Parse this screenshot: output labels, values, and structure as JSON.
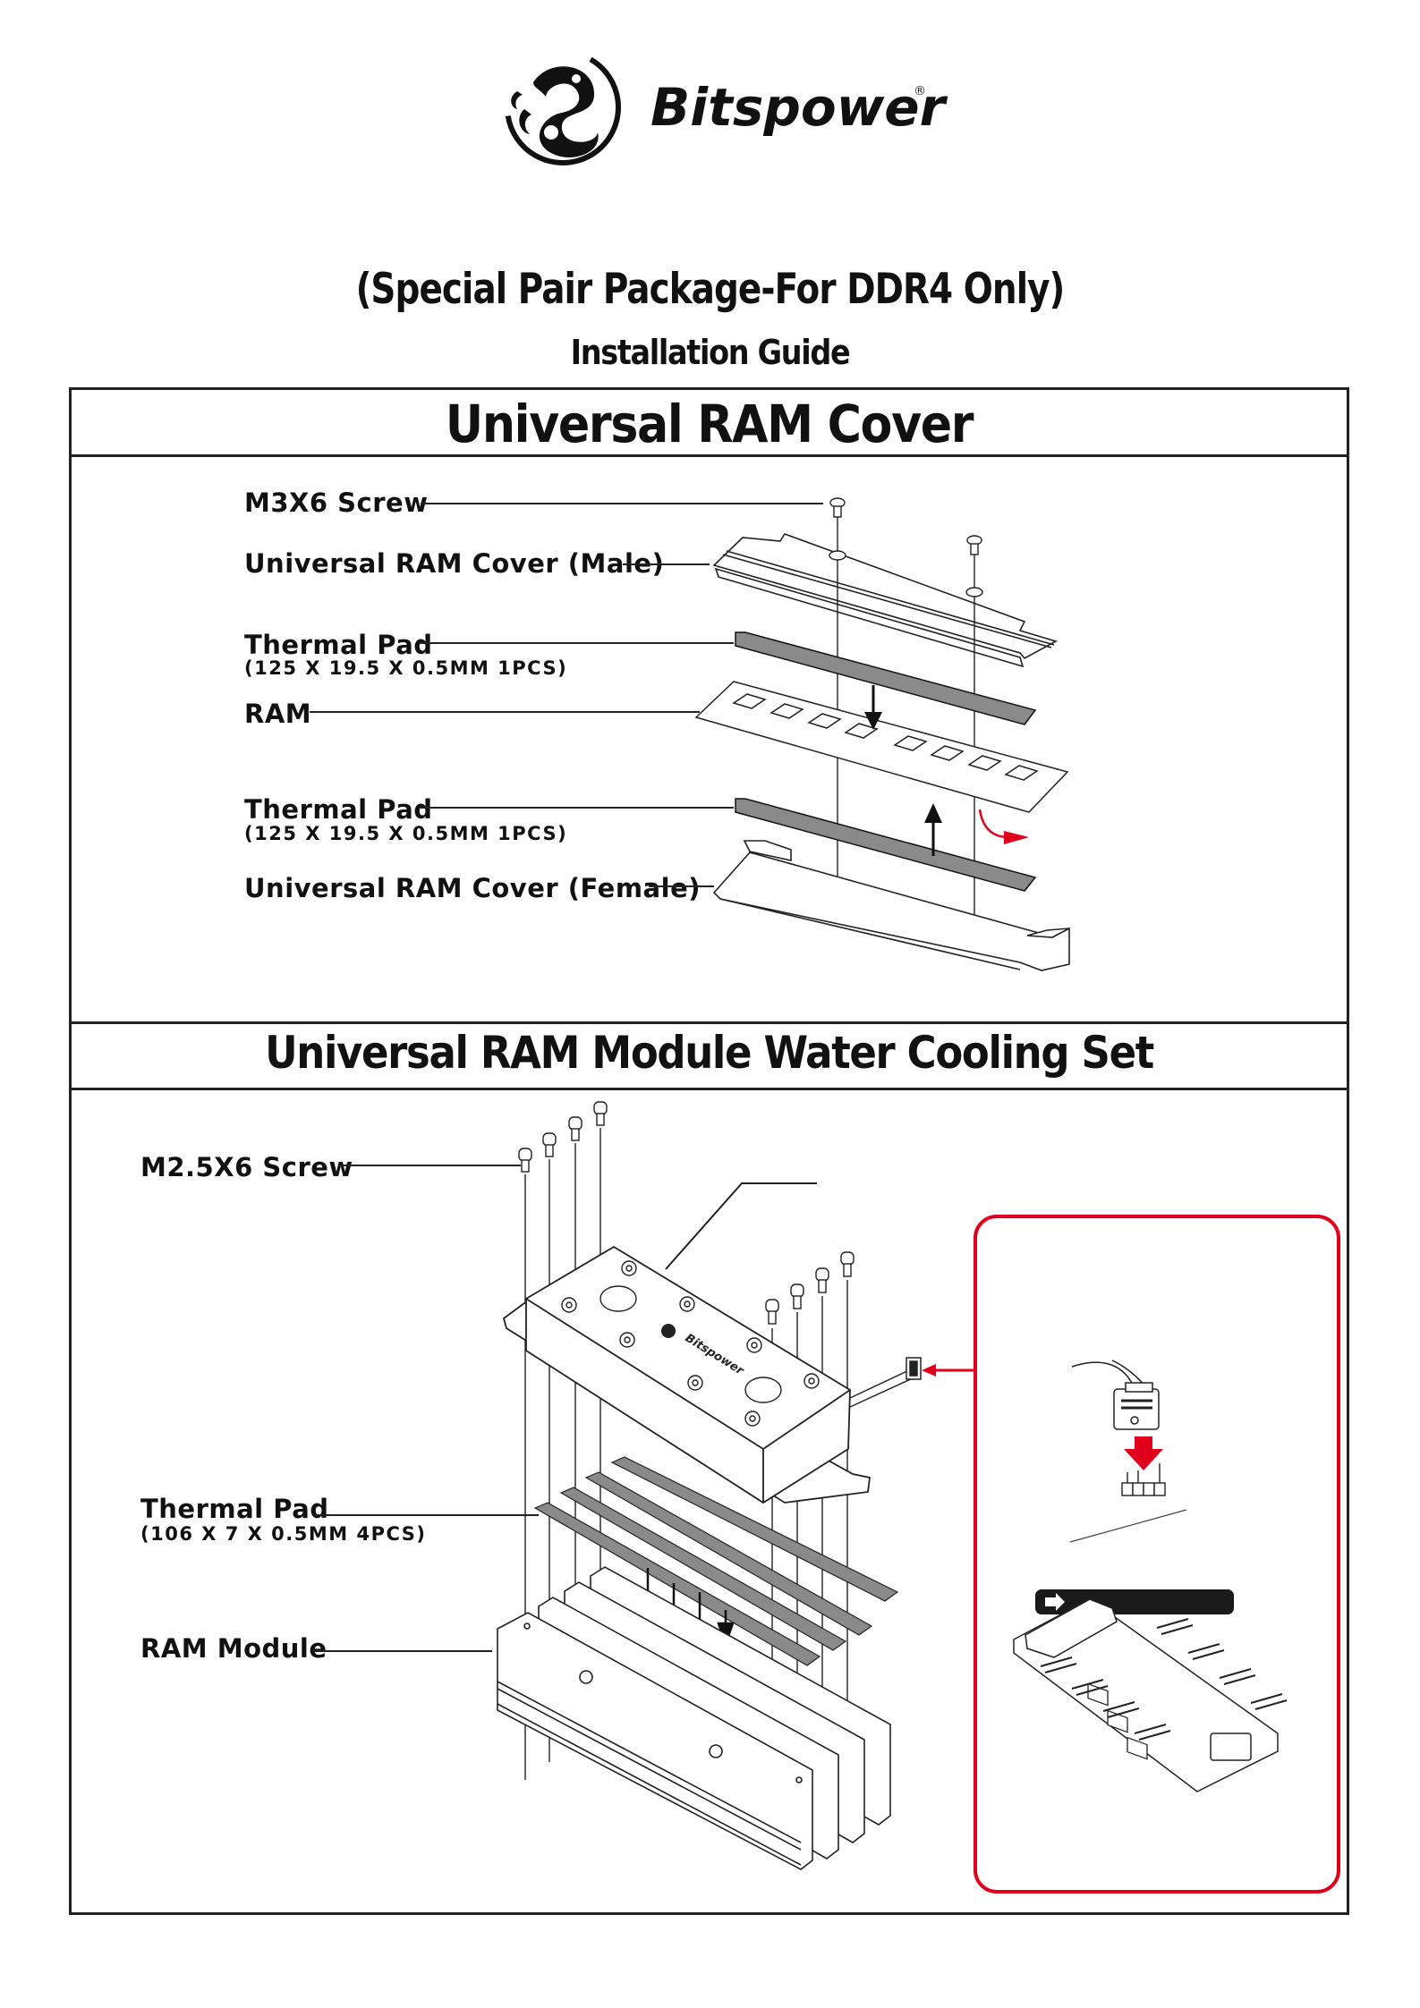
{
  "header": {
    "brand": "Bitspower",
    "registered_mark": "®",
    "logo_icon": "dragon-logo-icon",
    "subtitle": "(Special Pair Package-For DDR4 Only)",
    "guide_title": "Installation Guide"
  },
  "section_ram_cover": {
    "title": "Universal RAM Cover",
    "labels": [
      {
        "text": "M3X6 Screw"
      },
      {
        "text": "Universal RAM Cover (Male)"
      },
      {
        "text": "Thermal Pad",
        "spec": "(125 X 19.5 X 0.5MM 1PCS)"
      },
      {
        "text": "RAM"
      },
      {
        "text": "Thermal Pad",
        "spec": "(125 X 19.5 X 0.5MM 1PCS)"
      },
      {
        "text": "Universal RAM Cover (Female)"
      }
    ]
  },
  "section_water_cooling": {
    "title": "Universal RAM Module Water Cooling Set",
    "labels": [
      {
        "text": "M2.5X6 Screw"
      },
      {
        "text": "Thermal Pad",
        "spec": "(106 X 7 X 0.5MM 4PCS)"
      },
      {
        "text": "RAM Module"
      }
    ],
    "block_brand": "Bitspower",
    "inset": {
      "arrow_icon": "right-arrow-icon",
      "bar_text": ""
    }
  },
  "colors": {
    "accent_red": "#e0001b",
    "line": "#222222",
    "pad_gray": "#8a8a8a"
  }
}
